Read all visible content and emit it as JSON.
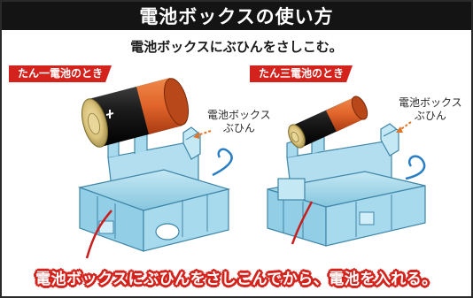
{
  "header": {
    "title": "電池ボックスの使い方"
  },
  "subtitle": "電池ボックスにぶひんをさしこむ。",
  "left_panel": {
    "tag": "たん一電池のとき",
    "callout_line1": "電池ボックス",
    "callout_line2": "ぶひん"
  },
  "right_panel": {
    "tag": "たん三電池のとき",
    "callout_line1": "電池ボックス",
    "callout_line2": "ぶひん"
  },
  "footer": {
    "instruction": "電池ボックスにぶひんをさしこんでから、電池を入れる。"
  },
  "colors": {
    "header_bg": "#141414",
    "accent_red": "#d4231c",
    "battery_orange": "#e0642a",
    "battery_black": "#1c1c1c",
    "terminal_gold": "#d9c27a",
    "case_blue": "#9fd6ea",
    "case_outline": "#3f86a8",
    "clip_blue": "#2a7fc4",
    "callout_arrow": "#e0762a"
  }
}
